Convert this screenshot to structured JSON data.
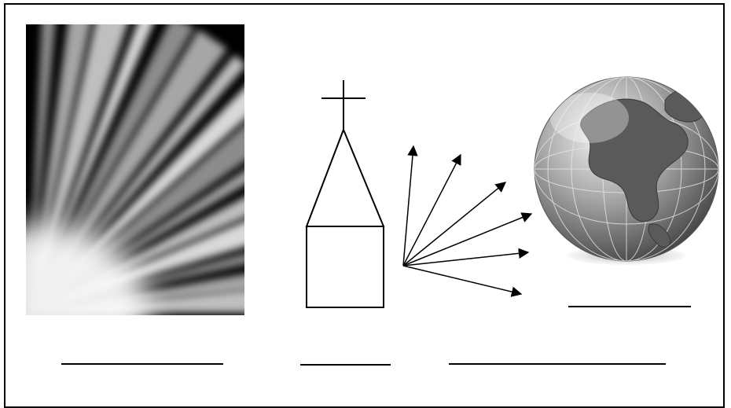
{
  "worksheet": {
    "images": [
      {
        "name": "light-rays-image",
        "icon": "radiating-light-icon"
      },
      {
        "name": "church-image",
        "icon": "church-with-cross-icon"
      },
      {
        "name": "spreading-arrows-image",
        "icon": "arrows-spreading-out-icon",
        "arrow_count": 6
      },
      {
        "name": "globe-image",
        "icon": "earth-globe-icon"
      }
    ],
    "blanks": [
      {
        "name": "blank-line-light"
      },
      {
        "name": "blank-line-church"
      },
      {
        "name": "blank-line-spreading"
      },
      {
        "name": "blank-line-globe"
      }
    ],
    "colors": {
      "ink": "#000000",
      "paper": "#ffffff",
      "globe_dark": "#4a4a4a",
      "globe_light": "#d8d8d8"
    }
  }
}
